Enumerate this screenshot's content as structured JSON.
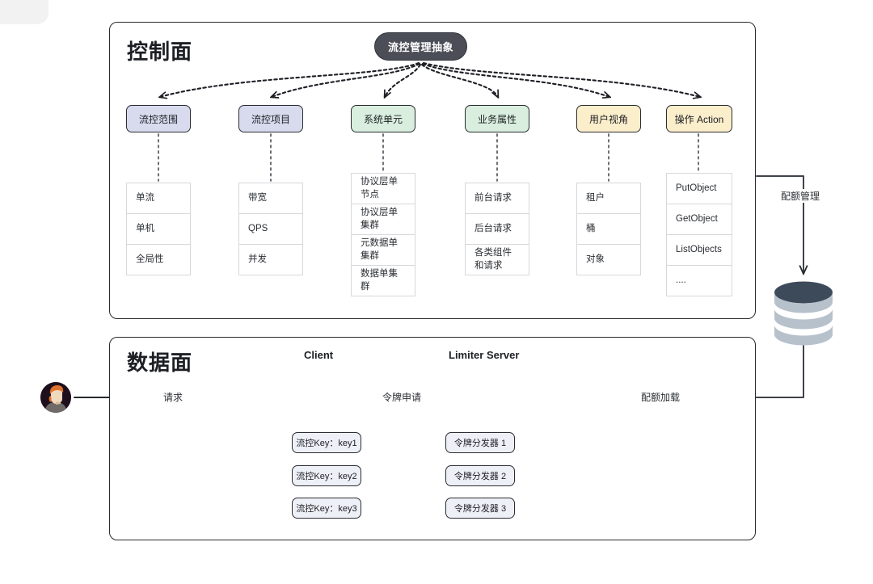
{
  "diagram": {
    "title_hidden": "流控管理架构",
    "control_plane": {
      "title": "控制面",
      "root_node": "流控管理抽象",
      "categories": [
        {
          "label": "流控范围",
          "color": "#d8dbee",
          "items": [
            "单流",
            "单机",
            "全局性"
          ]
        },
        {
          "label": "流控项目",
          "color": "#d8dbee",
          "items": [
            "带宽",
            "QPS",
            "并发"
          ]
        },
        {
          "label": "系统单元",
          "color": "#d9eede",
          "items": [
            "协议层单节点",
            "协议层单集群",
            "元数据单集群",
            "数据单集群"
          ]
        },
        {
          "label": "业务属性",
          "color": "#d9eede",
          "items": [
            "前台请求",
            "后台请求",
            "各类组件和请求"
          ]
        },
        {
          "label": "用户视角",
          "color": "#fbeecb",
          "items": [
            "租户",
            "桶",
            "对象"
          ]
        },
        {
          "label": "操作 Action",
          "color": "#fbeecb",
          "items": [
            "PutObject",
            "GetObject",
            "ListObjects",
            "...."
          ]
        }
      ]
    },
    "data_plane": {
      "title": "数据面",
      "client_label": "Client",
      "limiter_label": "Limiter Server",
      "request_label": "请求",
      "token_request_label": "令牌申请",
      "quota_load_label": "配额加载",
      "mappings": [
        {
          "key": "流控Key：key1",
          "dispatcher": "令牌分发器 1"
        },
        {
          "key": "流控Key：key2",
          "dispatcher": "令牌分发器 2"
        },
        {
          "key": "流控Key：key3",
          "dispatcher": "令牌分发器 3"
        }
      ]
    },
    "storage": {
      "quota_management_label": "配额管理"
    },
    "colors": {
      "root_fill": "#4b4e57",
      "lavender": "#d8dbee",
      "green": "#d9eede",
      "cream": "#fbeecb",
      "stroke": "#27292e",
      "db_top": "#3c4a5a",
      "db_body": "#b7c1cc"
    }
  }
}
